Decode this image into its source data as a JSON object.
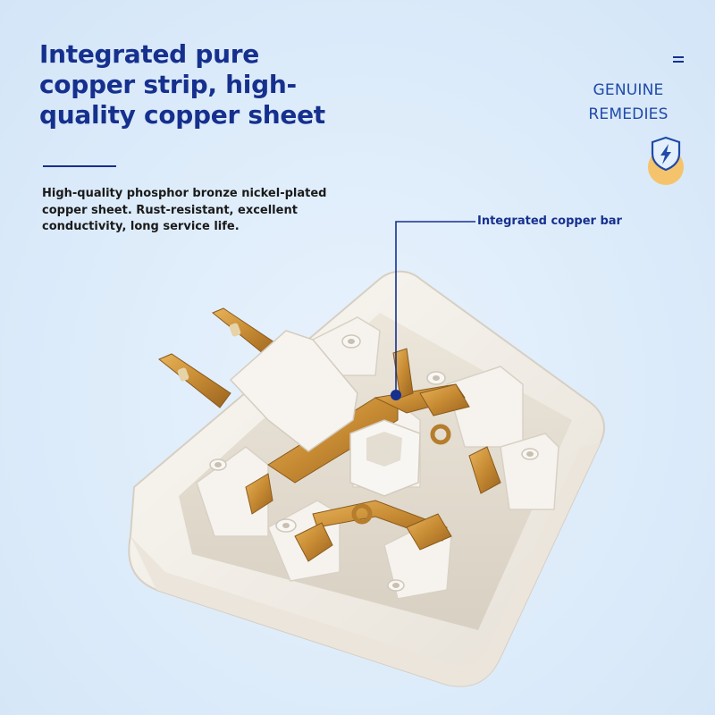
{
  "headline": {
    "title": "Integrated pure copper strip, high-quality copper sheet",
    "description": "High-quality phosphor bronze nickel-plated copper sheet. Rust-resistant, excellent conductivity, long service life."
  },
  "badge": {
    "line1": "GENUINE",
    "line2": "REMEDIES",
    "icon": "lightning-shield-icon",
    "menu_icon": "equals-menu-icon"
  },
  "callout": {
    "label": "Integrated copper bar"
  },
  "colors": {
    "accent": "#16308e",
    "badge_text": "#1f4aa8",
    "badge_circle": "#f5c36b",
    "background": "#dcebfa",
    "copper": "#c9923a",
    "plastic": "#f4f0ea"
  }
}
